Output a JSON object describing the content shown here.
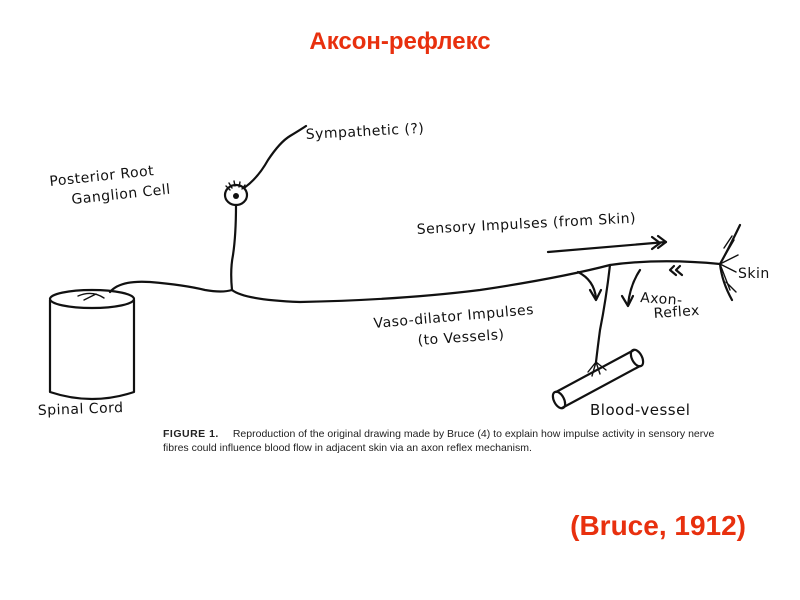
{
  "slide": {
    "title": "Аксон-рефлекс",
    "citation": "(Bruce, 1912)"
  },
  "colors": {
    "accent": "#e8300e",
    "ink": "#111111"
  },
  "diagram": {
    "labels": {
      "sympathetic": "Sympathetic (?)",
      "posterior_root_line1": "Posterior Root",
      "posterior_root_line2": "Ganglion Cell",
      "sensory_impulses": "Sensory Impulses (from Skin)",
      "skin": "Skin",
      "axon_reflex_line1": "Axon-",
      "axon_reflex_line2": "Reflex",
      "vasodilator_line1": "Vaso-dilator Impulses",
      "vasodilator_line2": "(to Vessels)",
      "spinal_cord": "Spinal Cord",
      "blood_vessel": "Blood-vessel"
    }
  },
  "caption": {
    "figure_label": "FIGURE 1.",
    "text": "Reproduction of the original drawing made by Bruce (4) to explain how impulse activity in sensory nerve fibres could influence blood flow in adjacent skin via an axon reflex mechanism."
  }
}
